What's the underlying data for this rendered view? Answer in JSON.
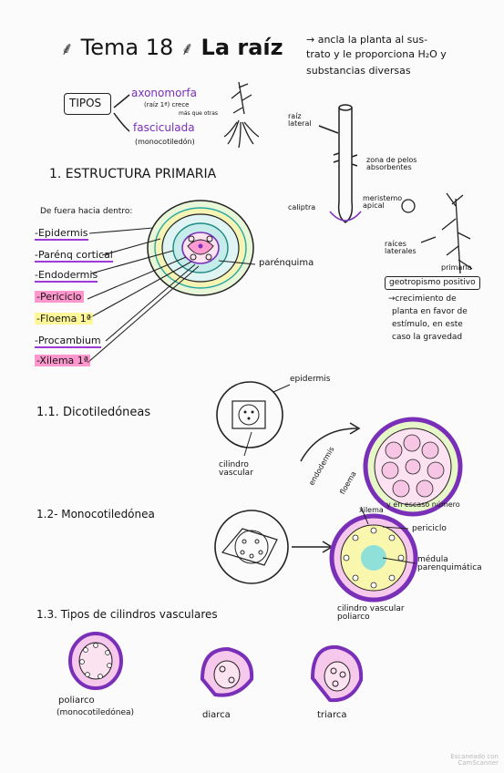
{
  "title": {
    "main": "Tema 18",
    "name": "La raíz",
    "note_line1": "→ ancla la planta al sus-",
    "note_line2": "trato y le proporciona H₂O y",
    "note_line3": "substancias diversas"
  },
  "tipos": {
    "label": "TIPOS",
    "item1": "axonomorfa",
    "item1_sub": "(raíz 1ª) crece",
    "item1_sub2": "más que otras",
    "item2": "fasciculada",
    "item2_sub": "(monocotiledón)"
  },
  "root_diagram": {
    "raiz_lateral": "raíz lateral",
    "zona_pelos": "zona de pelos absorbentes",
    "caliptra": "caliptra",
    "meristemo": "meristemo apical",
    "raices_laterales": "raíces laterales",
    "primaria": "primaria",
    "gravitropism": "geotropismo positivo",
    "grav_note1": "→crecimiento de",
    "grav_note2": "planta en favor de",
    "grav_note3": "estímulo, en este",
    "grav_note4": "caso la gravedad"
  },
  "section1": {
    "heading": "1. ESTRUCTURA PRIMARIA",
    "intro": "De fuera hacia dentro:",
    "layers": [
      "-Epidermis",
      "-Parénq cortical",
      "-Endodermis",
      "-Periciclo",
      "-Floema 1ª",
      "-Procambium",
      "-Xilema 1ª"
    ],
    "parenquima": "parénquima"
  },
  "section11": {
    "heading": "1.1. Dicotiledóneas",
    "epidermis": "epidermis",
    "cilindro": "cilindro vascular",
    "endodermis": "endodermis",
    "floema": "floema",
    "xilema": "xilema",
    "note": "y en escaso número"
  },
  "section12": {
    "heading": "1.2- Monocotiledónea",
    "periciclo": "periciclo",
    "medula": "médula parenquimática",
    "cilindro": "cilindro vascular poliarco"
  },
  "section13": {
    "heading": "1.3. Tipos de cilindros vasculares",
    "c1": "poliarco",
    "c1_sub": "(monocotiledónea)",
    "c2": "diarca",
    "c3": "triarca"
  },
  "watermark": {
    "line1": "Escaneado con",
    "line2": "CamScanner"
  },
  "colors": {
    "ink": "#141414",
    "purple": "#7a2fb8",
    "pink": "#ff4fa8",
    "yellow": "#f7ee6a",
    "teal": "#6fd6cf",
    "green": "#b9e58a"
  }
}
